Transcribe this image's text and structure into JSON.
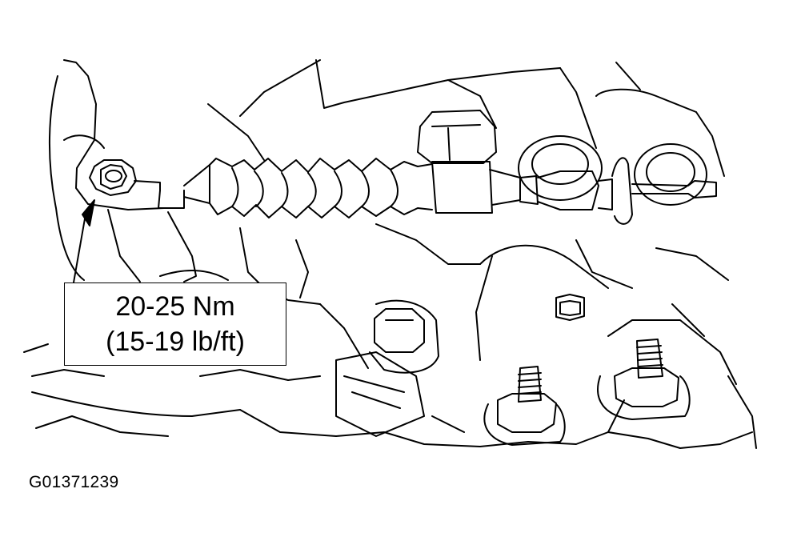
{
  "callout": {
    "line1": "20-25 Nm",
    "line2": "(15-19 lb/ft)"
  },
  "figure_id": "G01371239",
  "colors": {
    "ink": "#000000",
    "paper": "#ffffff"
  }
}
